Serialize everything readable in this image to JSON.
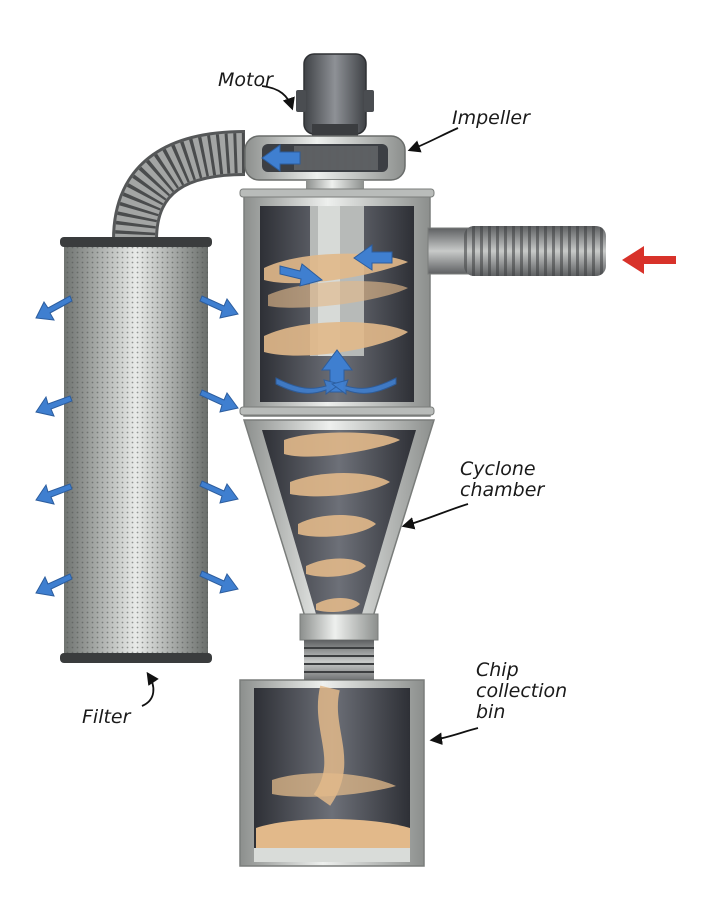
{
  "labels": {
    "motor": "Motor",
    "impeller": "Impeller",
    "cyclone_line1": "Cyclone",
    "cyclone_line2": "chamber",
    "filter": "Filter",
    "bin_line1": "Chip",
    "bin_line2": "collection",
    "bin_line3": "bin"
  },
  "colors": {
    "air_flow_arrow": "#3f7fd0",
    "intake_arrow": "#d8322a",
    "chips": "#e2b98a",
    "chamber_interior": "#4a4d55",
    "steel_frame": "#c9ccc8",
    "motor": "#6b6e73"
  }
}
